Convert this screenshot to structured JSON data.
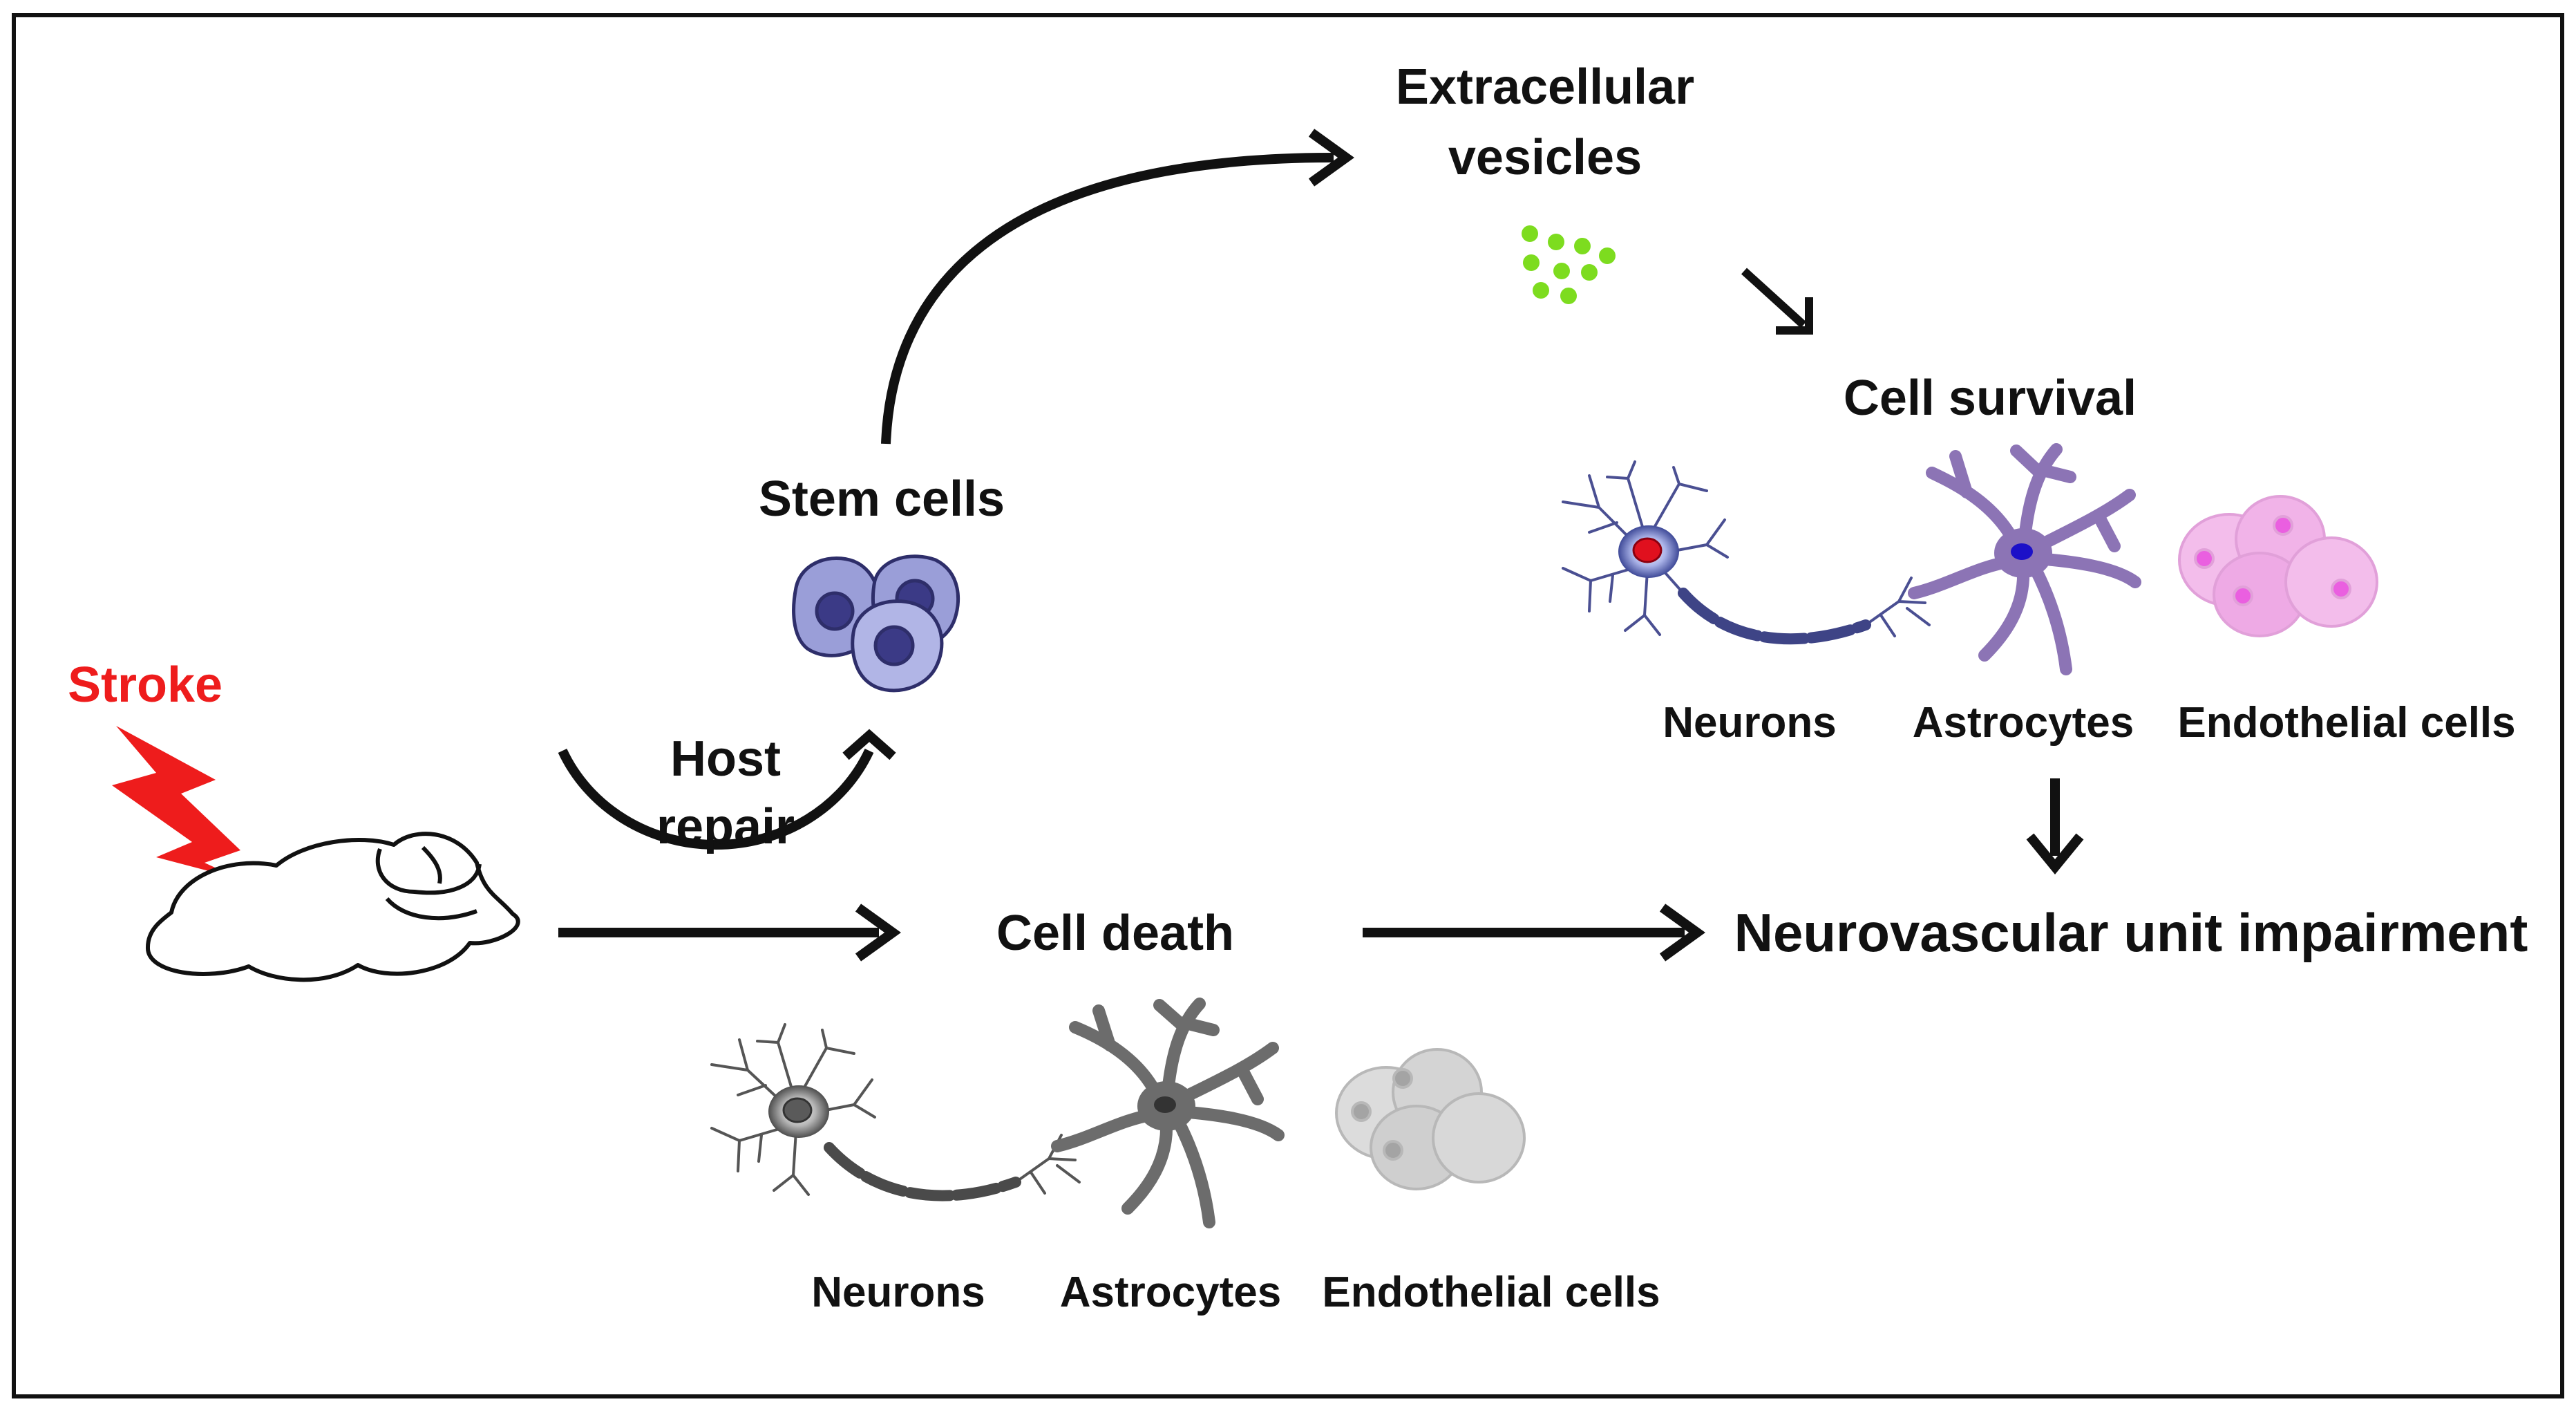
{
  "labels": {
    "stroke": "Stroke",
    "stem_cells": "Stem cells",
    "host_repair_1": "Host",
    "host_repair_2": "repair",
    "ev_1": "Extracellular",
    "ev_2": "vesicles",
    "cell_survival": "Cell survival",
    "cell_death": "Cell death",
    "nvu_impairment": "Neurovascular unit impairment"
  },
  "survival_cells": {
    "neurons": "Neurons",
    "astrocytes": "Astrocytes",
    "endothelial": "Endothelial cells"
  },
  "death_cells": {
    "neurons": "Neurons",
    "astrocytes": "Astrocytes",
    "endothelial": "Endothelial cells"
  },
  "colors": {
    "stroke_red": "#ee1c1c",
    "vesicle_green": "#7ddc1f",
    "stem_cell": "#9a9ed8",
    "stem_nucleus": "#3b3a86",
    "neuron_blue": "#5a63a8",
    "neuron_nucleus": "#e0101e",
    "astro_purple": "#8c74b5",
    "astro_nucleus": "#1c10c8",
    "endo_pink": "#efb0e6",
    "endo_nucleus": "#ea5fe0",
    "dead_gray": "#6c6c6c",
    "endo_gray": "#cfcfcf"
  }
}
